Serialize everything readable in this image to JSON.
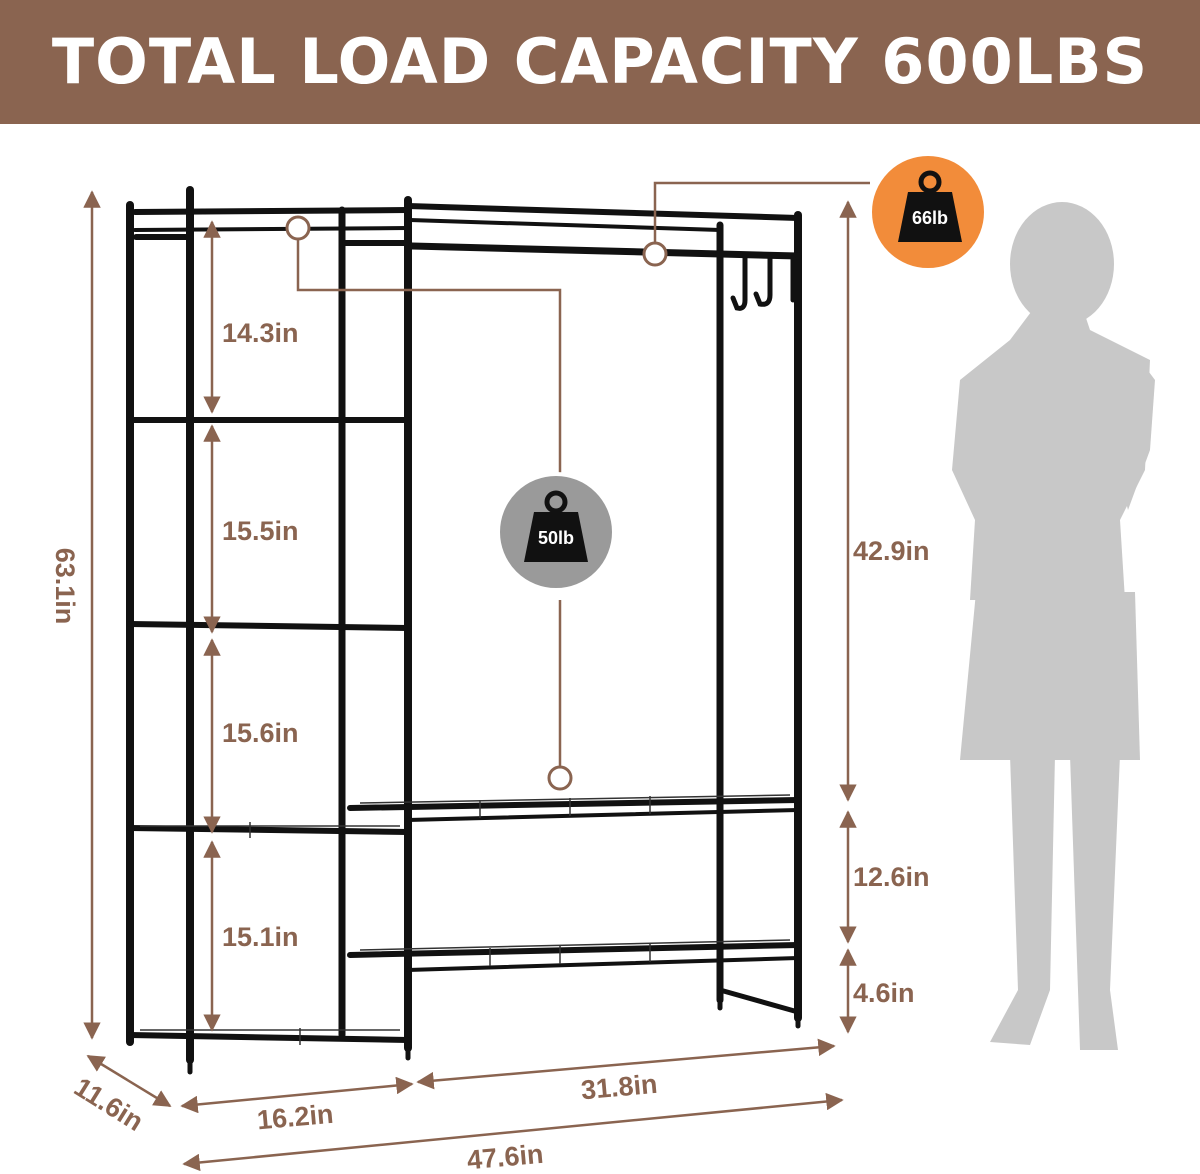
{
  "banner": {
    "title": "TOTAL LOAD CAPACITY 600LBS"
  },
  "dimensions": {
    "total_height": "63.1in",
    "shelf_gap_1": "14.3in",
    "shelf_gap_2": "15.5in",
    "shelf_gap_3": "15.6in",
    "shelf_gap_4": "15.1in",
    "hanging_height": "42.9in",
    "lower_gap_1": "12.6in",
    "lower_gap_2": "4.6in",
    "depth": "11.6in",
    "left_width": "16.2in",
    "right_width": "31.8in",
    "total_width": "47.6in"
  },
  "badges": {
    "rod_load": "66lb",
    "shelf_load": "50lb"
  },
  "colors": {
    "banner": "#8a6450",
    "dimension": "#8a6450",
    "frame": "#111111",
    "rod_badge": "#f28c3a",
    "shelf_badge": "#9a9a9a",
    "silhouette": "#c8c8c8"
  },
  "icons": [
    "weight-icon"
  ]
}
